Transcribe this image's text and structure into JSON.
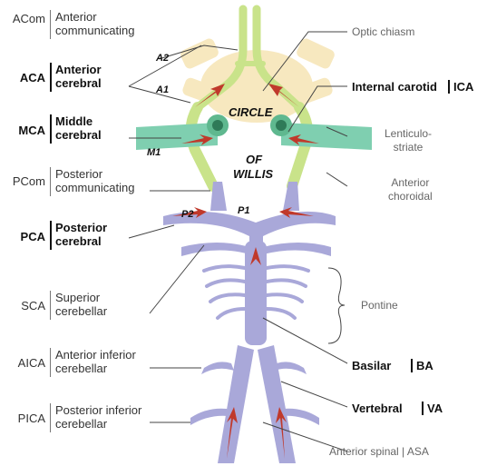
{
  "left_labels": [
    {
      "abbr": "ACom",
      "name": "Anterior\ncommunicating",
      "bold": false
    },
    {
      "abbr": "ACA",
      "name": "Anterior\ncerebral",
      "bold": true
    },
    {
      "abbr": "MCA",
      "name": "Middle\ncerebral",
      "bold": true
    },
    {
      "abbr": "PCom",
      "name": "Posterior\ncommunicating",
      "bold": false
    },
    {
      "abbr": "PCA",
      "name": "Posterior\ncerebral",
      "bold": true
    },
    {
      "abbr": "SCA",
      "name": "Superior\ncerebellar",
      "bold": false
    },
    {
      "abbr": "AICA",
      "name": "Anterior inferior\ncerebellar",
      "bold": false
    },
    {
      "abbr": "PICA",
      "name": "Posterior inferior\ncerebellar",
      "bold": false
    }
  ],
  "right_labels": {
    "optic_chiasm": "Optic chiasm",
    "internal_carotid_name": "Internal carotid",
    "internal_carotid_abbr": "ICA",
    "lenticulostriate": "Lenticulo-\nstriate",
    "anterior_choroidal": "Anterior\nchoroidal",
    "pontine": "Pontine",
    "basilar_name": "Basilar",
    "basilar_abbr": "BA",
    "vertebral_name": "Vertebral",
    "vertebral_abbr": "VA",
    "anterior_spinal": "Anterior spinal | ASA"
  },
  "segment_labels": {
    "a2": "A2",
    "a1": "A1",
    "m1": "M1",
    "p1": "P1",
    "p2": "P2"
  },
  "center_text": {
    "line1": "CIRCLE",
    "line2": "OF",
    "line3": "WILLIS"
  },
  "colors": {
    "anterior_green": "#c9e38a",
    "anterior_green_dark": "#8fba3c",
    "middle_teal": "#7fcfb0",
    "posterior_purple": "#a9a8d9",
    "posterior_purple_dark": "#6e6cb6",
    "chiasm_cream": "#f6e4b5",
    "arrow_red": "#c0392b"
  }
}
